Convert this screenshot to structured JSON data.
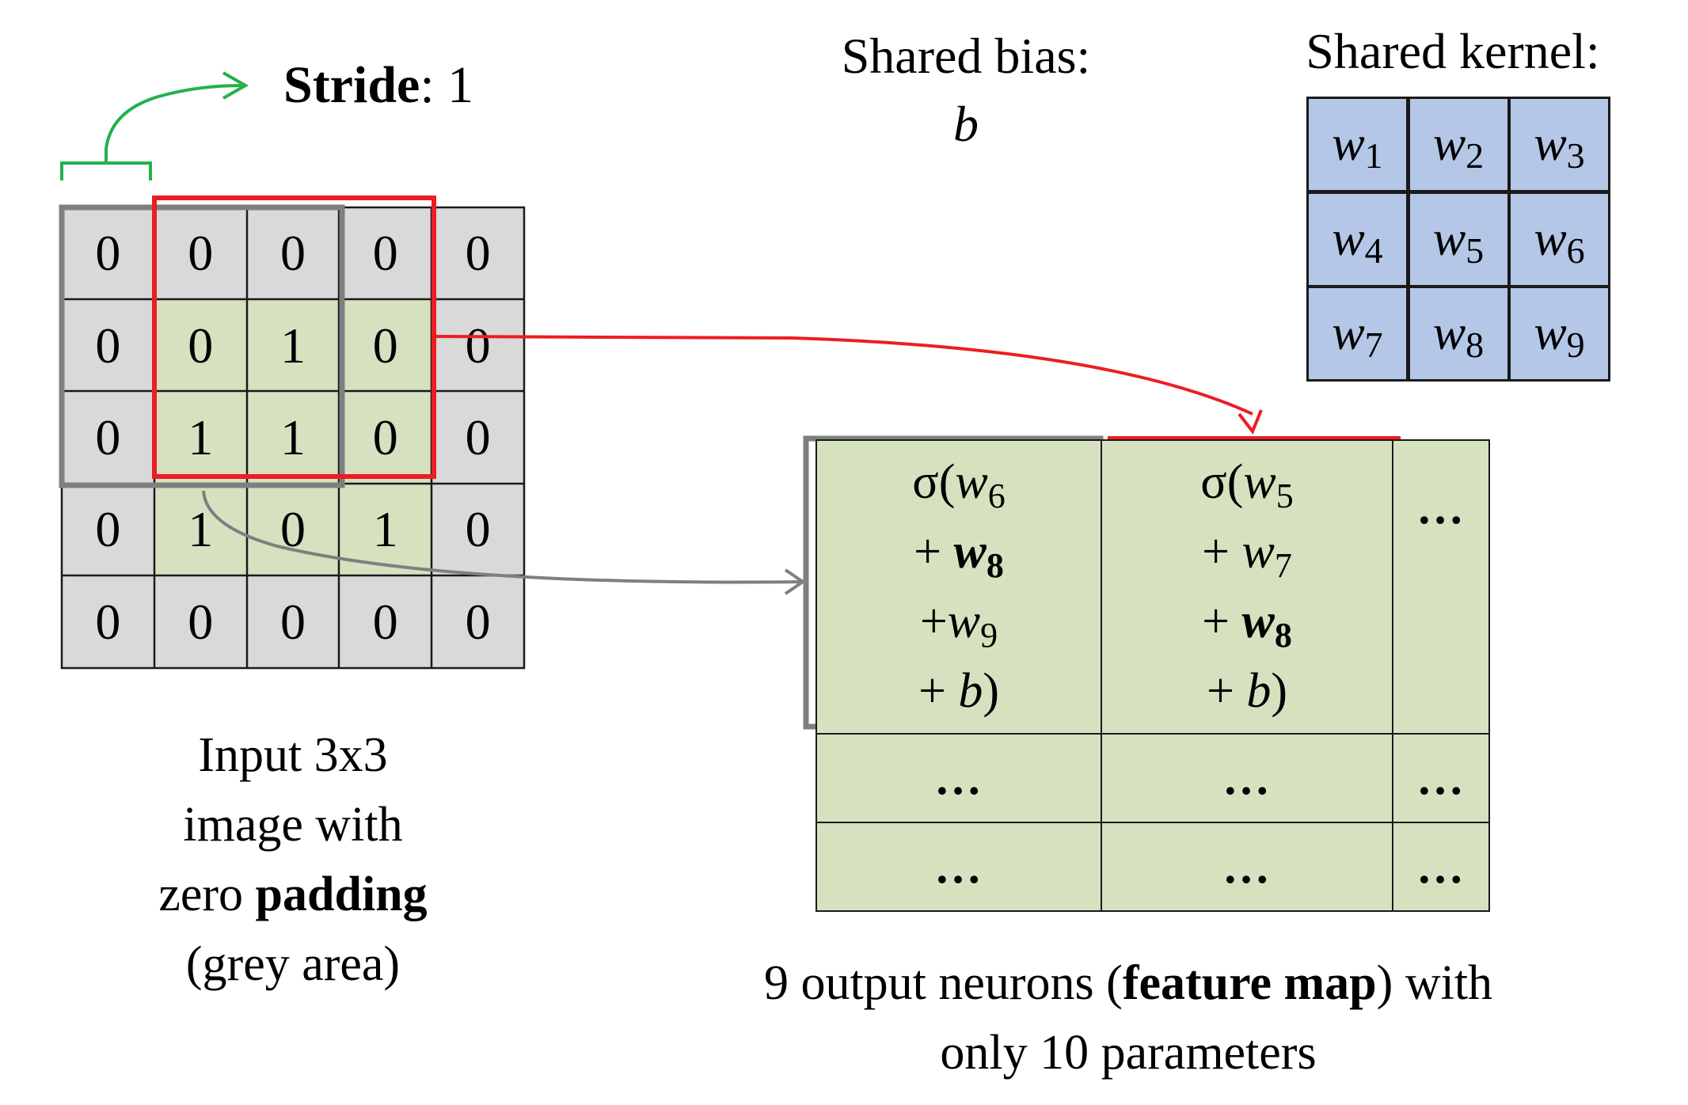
{
  "stride": {
    "label": "Stride",
    "value": ": 1"
  },
  "bias": {
    "title": "Shared bias:",
    "symbol": "b"
  },
  "kernel": {
    "title": "Shared kernel:",
    "cells": [
      {
        "base": "w",
        "sub": "1"
      },
      {
        "base": "w",
        "sub": "2"
      },
      {
        "base": "w",
        "sub": "3"
      },
      {
        "base": "w",
        "sub": "4"
      },
      {
        "base": "w",
        "sub": "5"
      },
      {
        "base": "w",
        "sub": "6"
      },
      {
        "base": "w",
        "sub": "7"
      },
      {
        "base": "w",
        "sub": "8"
      },
      {
        "base": "w",
        "sub": "9"
      }
    ]
  },
  "input_grid": [
    [
      "0",
      "0",
      "0",
      "0",
      "0"
    ],
    [
      "0",
      "0",
      "1",
      "0",
      "0"
    ],
    [
      "0",
      "1",
      "1",
      "0",
      "0"
    ],
    [
      "0",
      "1",
      "0",
      "1",
      "0"
    ],
    [
      "0",
      "0",
      "0",
      "0",
      "0"
    ]
  ],
  "input_caption": {
    "line1": "Input 3x3",
    "line2": "image with",
    "line3_pre": "zero ",
    "line3_bold": "padding",
    "line4": "(grey area)"
  },
  "feature_map": {
    "cell1": {
      "l1_pre": "σ(",
      "l1_w": "w",
      "l1_sub": "6",
      "l2_op": "+ ",
      "l2_w": "w",
      "l2_sub": "8",
      "l3_op": "+",
      "l3_w": "w",
      "l3_sub": "9",
      "l4_op": "+ ",
      "l4_b": "b",
      "l4_close": ")"
    },
    "cell2": {
      "l1_pre": "σ(",
      "l1_w": "w",
      "l1_sub": "5",
      "l2_op": "+ ",
      "l2_w": "w",
      "l2_sub": "7",
      "l3_op": "+ ",
      "l3_w": "w",
      "l3_sub": "8",
      "l4_op": "+ ",
      "l4_b": "b",
      "l4_close": ")"
    },
    "ellipsis": "…"
  },
  "output_caption": {
    "line1_pre": "9 output neurons (",
    "line1_bold": "feature map",
    "line1_post": ") with",
    "line2": "only 10 parameters"
  },
  "colors": {
    "padding": "#d9d9d9",
    "image": "#d6e2bf",
    "kernel": "#b4c7e7",
    "highlight_red": "#ee1c24",
    "highlight_grey": "#7f7f7f",
    "stride_green": "#22b14c"
  }
}
